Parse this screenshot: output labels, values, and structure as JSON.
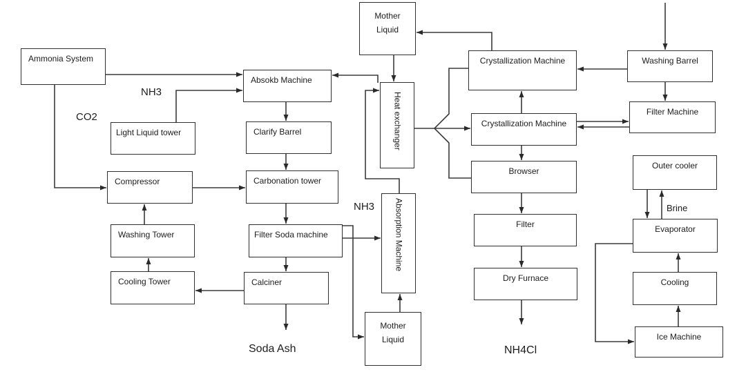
{
  "diagram": {
    "nodes": [
      {
        "id": "ammonia-system",
        "label": "Ammonia System"
      },
      {
        "id": "light-liquid-tower",
        "label": "Light Liquid tower"
      },
      {
        "id": "compressor",
        "label": "Compressor"
      },
      {
        "id": "washing-tower",
        "label": "Washing Tower"
      },
      {
        "id": "cooling-tower",
        "label": "Cooling Tower"
      },
      {
        "id": "absokb-machine",
        "label": "Absokb Machine"
      },
      {
        "id": "clarify-barrel",
        "label": "Clarify Barrel"
      },
      {
        "id": "carbonation-tower",
        "label": "Carbonation tower"
      },
      {
        "id": "filter-soda-machine",
        "label": "Filter Soda machine"
      },
      {
        "id": "calciner",
        "label": "Calciner"
      },
      {
        "id": "mother-liquid-top",
        "label": "Mother Liquid"
      },
      {
        "id": "heat-exchanger",
        "label": "Heat exchanger"
      },
      {
        "id": "absorption-machine",
        "label": "Absorption Machine"
      },
      {
        "id": "mother-liquid-bottom",
        "label": "Mother Liquid"
      },
      {
        "id": "crystallization-machine-1",
        "label": "Crystallization Machine"
      },
      {
        "id": "crystallization-machine-2",
        "label": "Crystallization Machine"
      },
      {
        "id": "browser",
        "label": "Browser"
      },
      {
        "id": "filter",
        "label": "Filter"
      },
      {
        "id": "dry-furnace",
        "label": "Dry Furnace"
      },
      {
        "id": "washing-barrel",
        "label": "Washing Barrel"
      },
      {
        "id": "filter-machine",
        "label": "Filter Machine"
      },
      {
        "id": "outer-cooler",
        "label": "Outer cooler"
      },
      {
        "id": "evaporator",
        "label": "Evaporator"
      },
      {
        "id": "cooling",
        "label": "Cooling"
      },
      {
        "id": "ice-machine",
        "label": "Ice Machine"
      }
    ],
    "flow_labels": [
      {
        "id": "co2",
        "text": "CO2"
      },
      {
        "id": "nh3-top",
        "text": "NH3"
      },
      {
        "id": "nh3-mid",
        "text": "NH3"
      },
      {
        "id": "soda-ash",
        "text": "Soda Ash"
      },
      {
        "id": "nh4cl",
        "text": "NH4Cl"
      },
      {
        "id": "brine",
        "text": "Brine"
      }
    ],
    "edges": [
      {
        "from": "ammonia-system",
        "to": "absokb-machine"
      },
      {
        "from": "light-liquid-tower",
        "to": "absokb-machine",
        "label": "NH3"
      },
      {
        "from": "ammonia-system",
        "to": "compressor",
        "label": "CO2"
      },
      {
        "from": "compressor",
        "to": "carbonation-tower"
      },
      {
        "from": "absokb-machine",
        "to": "clarify-barrel"
      },
      {
        "from": "clarify-barrel",
        "to": "carbonation-tower"
      },
      {
        "from": "carbonation-tower",
        "to": "filter-soda-machine"
      },
      {
        "from": "filter-soda-machine",
        "to": "calciner"
      },
      {
        "from": "calciner",
        "to": "soda-ash"
      },
      {
        "from": "calciner",
        "to": "cooling-tower"
      },
      {
        "from": "cooling-tower",
        "to": "washing-tower"
      },
      {
        "from": "washing-tower",
        "to": "compressor"
      },
      {
        "from": "heat-exchanger",
        "to": "absokb-machine"
      },
      {
        "from": "mother-liquid-top",
        "to": "heat-exchanger"
      },
      {
        "from": "absorption-machine",
        "to": "heat-exchanger"
      },
      {
        "from": "filter-soda-machine",
        "to": "absorption-machine"
      },
      {
        "from": "filter-soda-machine",
        "to": "mother-liquid-bottom"
      },
      {
        "from": "mother-liquid-bottom",
        "to": "absorption-machine"
      },
      {
        "from": "heat-exchanger",
        "to": "crystallization-machine-2"
      },
      {
        "from": "heat-exchanger",
        "to": "crystallization-machine-1"
      },
      {
        "from": "heat-exchanger",
        "to": "browser"
      },
      {
        "from": "crystallization-machine-1",
        "to": "mother-liquid-top"
      },
      {
        "from": "washing-barrel",
        "to": "crystallization-machine-1"
      },
      {
        "from": "crystallization-machine-2",
        "to": "crystallization-machine-1"
      },
      {
        "from": "crystallization-machine-2",
        "to": "browser"
      },
      {
        "from": "browser",
        "to": "filter"
      },
      {
        "from": "filter",
        "to": "dry-furnace"
      },
      {
        "from": "dry-furnace",
        "to": "nh4cl"
      },
      {
        "from": "inlet-top",
        "to": "washing-barrel"
      },
      {
        "from": "washing-barrel",
        "to": "filter-machine"
      },
      {
        "from": "crystallization-machine-2",
        "to": "filter-machine"
      },
      {
        "from": "filter-machine",
        "to": "crystallization-machine-2"
      },
      {
        "from": "outer-cooler",
        "to": "evaporator"
      },
      {
        "from": "evaporator",
        "to": "outer-cooler",
        "label": "Brine"
      },
      {
        "from": "cooling",
        "to": "evaporator"
      },
      {
        "from": "ice-machine",
        "to": "cooling"
      },
      {
        "from": "evaporator",
        "to": "ice-machine"
      }
    ]
  }
}
